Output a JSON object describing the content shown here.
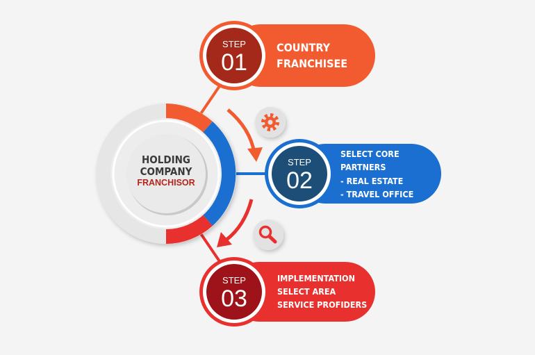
{
  "hub": {
    "line1": "HOLDING",
    "line2": "COMPANY",
    "line3": "FRANCHISOR"
  },
  "steps": [
    {
      "label": "STEP",
      "number": "01",
      "lines": [
        "COUNTRY",
        "FRANCHISEE"
      ],
      "color": "#f25a30",
      "dark": "#a5291a",
      "icon": "gear-icon"
    },
    {
      "label": "STEP",
      "number": "02",
      "lines": [
        "SELECT CORE",
        "PARTNERS",
        "- REAL ESTATE",
        "- TRAVEL OFFICE"
      ],
      "color": "#1a6fd0",
      "dark": "#1d4e78",
      "icon": "none"
    },
    {
      "label": "STEP",
      "number": "03",
      "lines": [
        "IMPLEMENTATION",
        "SELECT AREA",
        "SERVICE PROFIDERS"
      ],
      "color": "#e8302e",
      "dark": "#9e1219",
      "icon": "magnifier-icon"
    }
  ]
}
